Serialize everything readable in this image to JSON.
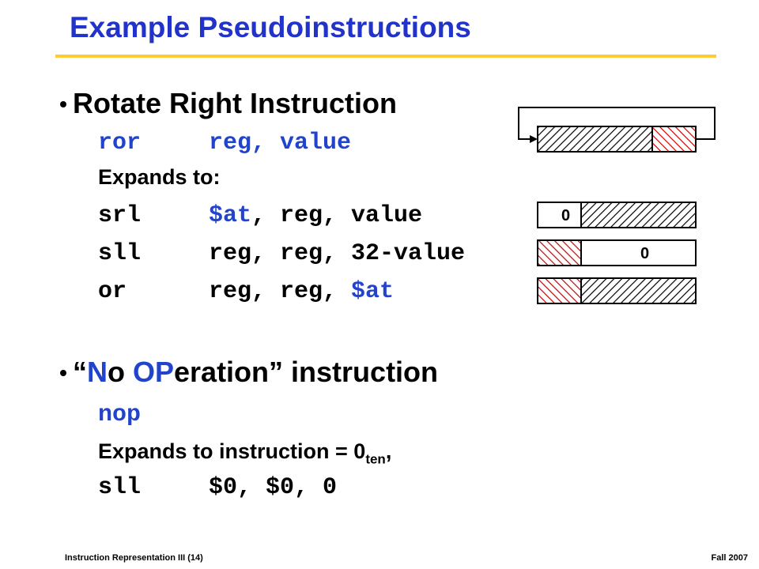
{
  "title": "Example Pseudoinstructions",
  "colors": {
    "title": "#2233cc",
    "accent_rule": "#ffcc33",
    "code_blue": "#2244cc",
    "red_hatch": "#cc0000"
  },
  "section1": {
    "heading": "Rotate Right Instruction",
    "ror": {
      "op": "ror",
      "args": "reg, value"
    },
    "expands": "Expands to:",
    "srl": {
      "op": "srl",
      "reg1": "$at",
      "rest": ", reg, value"
    },
    "sll": {
      "op": "sll",
      "args": "reg, reg, 32-value"
    },
    "or": {
      "op": "or",
      "prefix": "reg, reg, ",
      "reg": "$at"
    }
  },
  "section2": {
    "q_open": "“",
    "n": "N",
    "o_lower": "o ",
    "op_caps": "OP",
    "eration": "eration” instruction",
    "nop": "nop",
    "expands_text": "Expands to instruction = 0",
    "sub": "ten",
    "expands_end": ",",
    "sll": {
      "op": "sll",
      "args": "$0, $0, 0"
    }
  },
  "diagram": {
    "zero_label_srl": "0",
    "zero_label_sll": "0"
  },
  "footer": {
    "left": "Instruction Representation  III (14)",
    "right": "Fall 2007"
  }
}
